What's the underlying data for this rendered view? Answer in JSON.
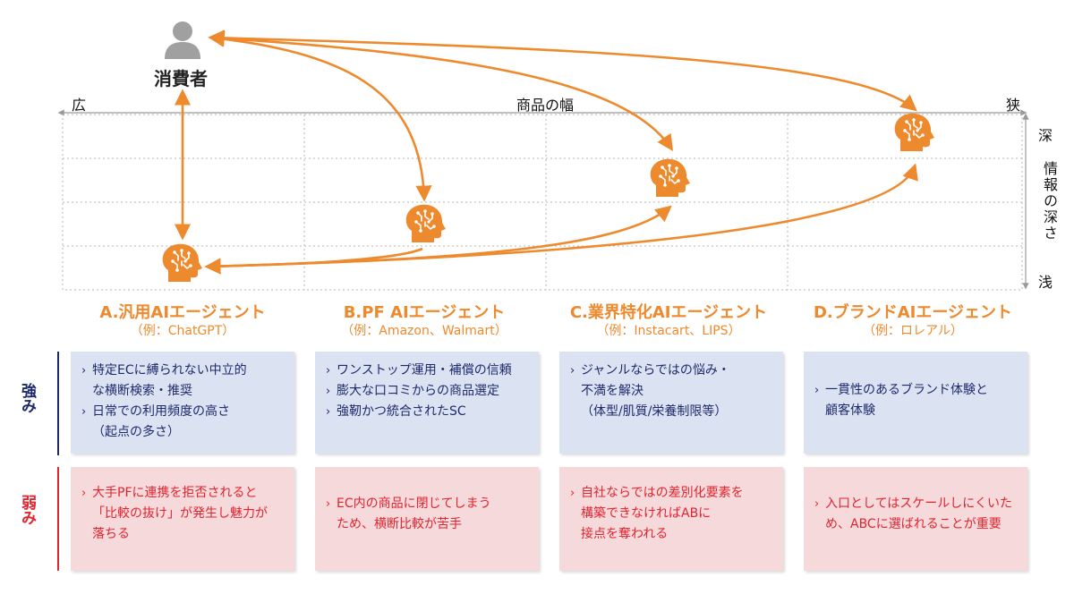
{
  "consumer": {
    "label": "消費者"
  },
  "horizontal_axis": {
    "left": "広",
    "center": "商品の幅",
    "right": "狭"
  },
  "vertical_axis": {
    "top": "深",
    "middle": "情報の深さ",
    "bottom": "浅"
  },
  "colors": {
    "accent": "#ee8a2e",
    "strength_bg": "#dbe3f3",
    "strength_text": "#1f2a6b",
    "weakness_bg": "#f6d9db",
    "weakness_text": "#e0252f"
  },
  "row_labels": {
    "strength": "強み",
    "weakness": "弱み"
  },
  "columns": [
    {
      "title": "A.汎用AIエージェント",
      "example": "（例：ChatGPT）",
      "strengths": [
        "特定ECに縛られない中立的\nな横断検索・推奨",
        "日常での利用頻度の高さ\n（起点の多さ）"
      ],
      "weaknesses": [
        "大手PFに連携を拒否されると\n「比較の抜け」が発生し魅力が\n落ちる"
      ]
    },
    {
      "title": "B.PF AIエージェント",
      "example": "（例：Amazon、Walmart）",
      "strengths": [
        "ワンストップ運用・補償の信頼",
        "膨大な口コミからの商品選定",
        "強靭かつ統合されたSC"
      ],
      "weaknesses": [
        "EC内の商品に閉じてしまう\nため、横断比較が苦手"
      ]
    },
    {
      "title": "C.業界特化AIエージェント",
      "example": "（例：Instacart、LIPS）",
      "strengths": [
        "ジャンルならではの悩み・\n不満を解決\n（体型/肌質/栄養制限等）"
      ],
      "weaknesses": [
        "自社ならではの差別化要素を\n構築できなければABに\n接点を奪われる"
      ]
    },
    {
      "title": "D.ブランドAIエージェント",
      "example": "（例：ロレアル）",
      "strengths": [
        "一貫性のあるブランド体験と\n顧客体験"
      ],
      "weaknesses": [
        "入口としてはスケールしにくいた\nめ、ABCに選ばれることが重要"
      ]
    }
  ]
}
